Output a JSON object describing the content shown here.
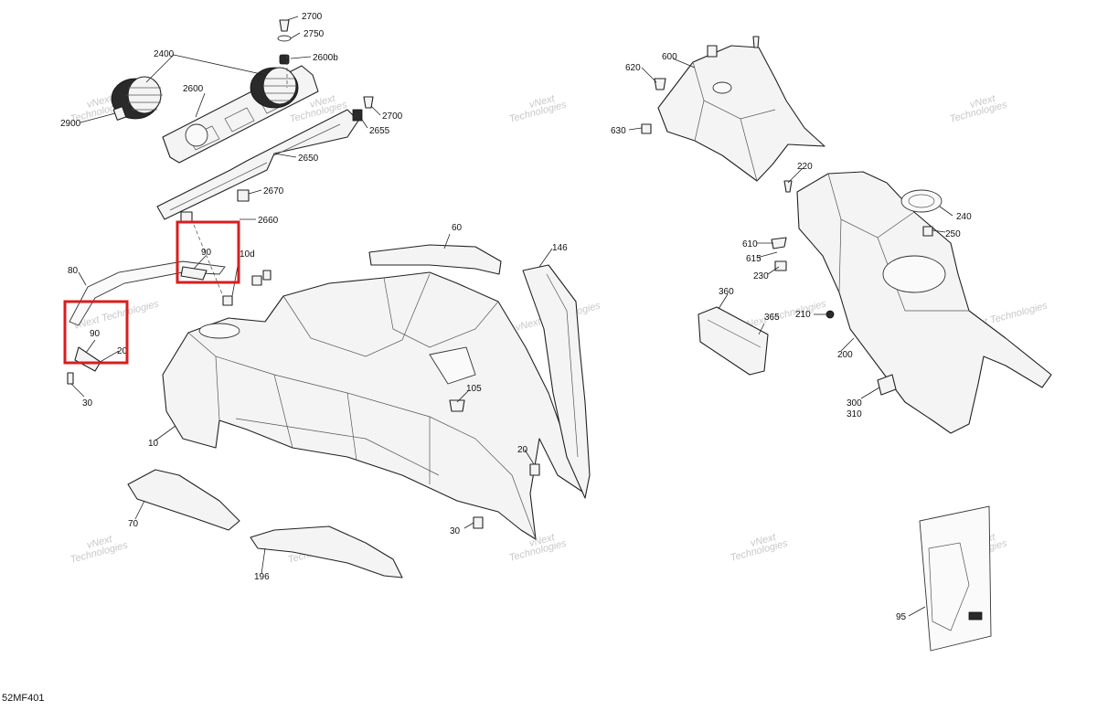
{
  "diagram_code": "52MF401",
  "watermark": {
    "line1": "vNext",
    "line2": "Technologies",
    "inline": "vNext Technologies"
  },
  "callouts": {
    "c2700a": "2700",
    "c2750": "2750",
    "c2600b": "2600b",
    "c2400": "2400",
    "c2600": "2600",
    "c2900": "2900",
    "c2700b": "2700",
    "c2655": "2655",
    "c2650": "2650",
    "c2670": "2670",
    "c2660": "2660",
    "c90a": "90",
    "c10d": "10d",
    "c80": "80",
    "c90b": "90",
    "c20a": "20",
    "c30a": "30",
    "c10": "10",
    "c60": "60",
    "c146": "146",
    "c105": "105",
    "c20b": "20",
    "c30b": "30",
    "c70": "70",
    "c196": "196",
    "c600": "600",
    "c620": "620",
    "c630": "630",
    "c220": "220",
    "c240": "240",
    "c250": "250",
    "c610": "610",
    "c615": "615",
    "c230": "230",
    "c360": "360",
    "c365": "365",
    "c210": "210",
    "c200": "200",
    "c300": "300",
    "c310": "310",
    "c95": "95"
  },
  "colors": {
    "highlight": "#d81e1e",
    "line": "#222222",
    "watermark": "#c8c8c8"
  }
}
